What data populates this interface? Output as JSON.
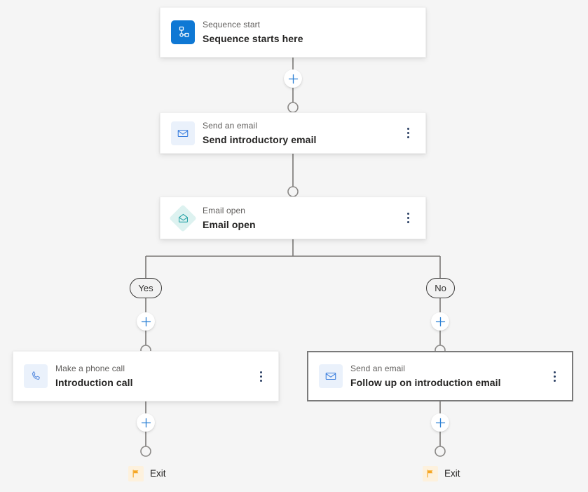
{
  "canvas": {
    "background_color": "#f5f5f5",
    "accent_color": "#0f78d4",
    "plus_color": "#2a7fd4",
    "exit_flag_color": "#f5a623"
  },
  "nodes": [
    {
      "id": "sequence-start",
      "subtitle": "Sequence start",
      "title": "Sequence starts here",
      "icon": "sequence-start-icon",
      "icon_style": "blue-solid",
      "has_menu": false,
      "selected": false
    },
    {
      "id": "send-introductory-email",
      "subtitle": "Send an email",
      "title": "Send introductory email",
      "icon": "envelope-icon",
      "icon_style": "light-blue",
      "has_menu": true,
      "selected": false
    },
    {
      "id": "email-open",
      "subtitle": "Email open",
      "title": "Email open",
      "icon": "envelope-open-icon",
      "icon_style": "teal-diamond",
      "has_menu": true,
      "selected": false
    },
    {
      "id": "introduction-call",
      "subtitle": "Make a phone call",
      "title": "Introduction call",
      "icon": "phone-icon",
      "icon_style": "light-blue",
      "has_menu": true,
      "selected": false
    },
    {
      "id": "follow-up-email",
      "subtitle": "Send an email",
      "title": "Follow up on introduction email",
      "icon": "envelope-icon",
      "icon_style": "light-blue",
      "has_menu": true,
      "selected": true
    }
  ],
  "branches": [
    {
      "id": "branch-yes",
      "label": "Yes"
    },
    {
      "id": "branch-no",
      "label": "No"
    }
  ],
  "exits": [
    {
      "id": "exit-yes",
      "label": "Exit",
      "icon": "flag-icon"
    },
    {
      "id": "exit-no",
      "label": "Exit",
      "icon": "flag-icon"
    }
  ],
  "add_buttons": [
    {
      "id": "add-after-start",
      "icon": "plus-icon"
    },
    {
      "id": "add-yes-branch",
      "icon": "plus-icon"
    },
    {
      "id": "add-no-branch",
      "icon": "plus-icon"
    },
    {
      "id": "add-after-call",
      "icon": "plus-icon"
    },
    {
      "id": "add-after-followup",
      "icon": "plus-icon"
    }
  ]
}
